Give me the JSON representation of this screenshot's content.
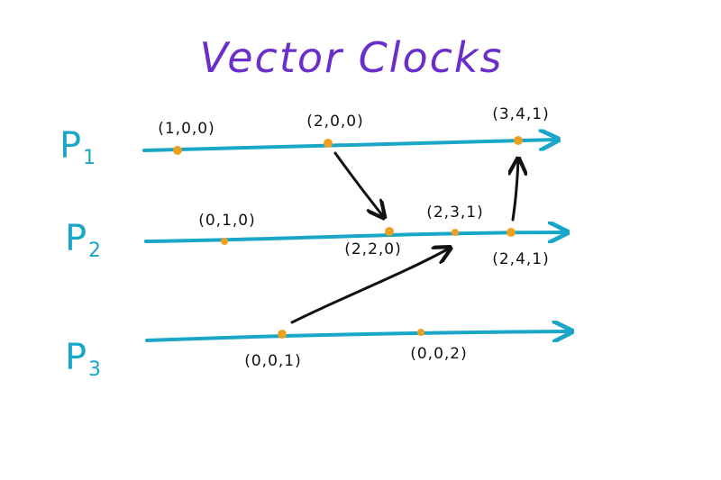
{
  "title": "Vector Clocks",
  "colors": {
    "timeline": "#1aa7c7",
    "event": "#f0a020",
    "title": "#6a2fc8",
    "message": "#111111"
  },
  "processes": [
    {
      "name": "P",
      "subscript": "1",
      "events": [
        {
          "clock": "(1,0,0)"
        },
        {
          "clock": "(2,0,0)"
        },
        {
          "clock": "(3,4,1)"
        }
      ]
    },
    {
      "name": "P",
      "subscript": "2",
      "events": [
        {
          "clock": "(0,1,0)"
        },
        {
          "clock": "(2,2,0)"
        },
        {
          "clock": "(2,3,1)"
        },
        {
          "clock": "(2,4,1)"
        }
      ]
    },
    {
      "name": "P",
      "subscript": "3",
      "events": [
        {
          "clock": "(0,0,1)"
        },
        {
          "clock": "(0,0,2)"
        }
      ]
    }
  ],
  "messages": [
    {
      "from": "P1 (2,0,0)",
      "to": "P2 (2,2,0)"
    },
    {
      "from": "P3 (0,0,1)",
      "to": "P2 (2,3,1)"
    },
    {
      "from": "P2 (2,4,1)",
      "to": "P1 (3,4,1)"
    }
  ]
}
